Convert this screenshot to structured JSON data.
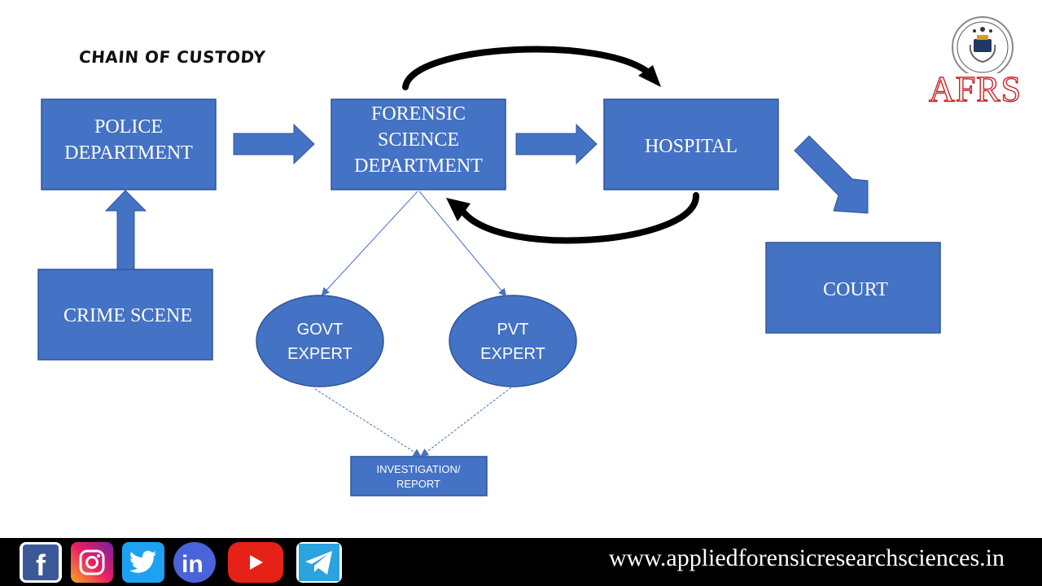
{
  "title": "CHAIN OF CUSTODY",
  "nodes": {
    "police": [
      "POLICE",
      "DEPARTMENT"
    ],
    "forensic": [
      "FORENSIC",
      "SCIENCE",
      "DEPARTMENT"
    ],
    "hospital": [
      "HOSPITAL"
    ],
    "court": [
      "COURT"
    ],
    "crime_scene": [
      "CRIME SCENE"
    ],
    "govt_expert": [
      "GOVT",
      "EXPERT"
    ],
    "pvt_expert": [
      "PVT",
      "EXPERT"
    ],
    "report": [
      "INVESTIGATION/",
      "REPORT"
    ]
  },
  "logo": {
    "text": "AFRS"
  },
  "footer": {
    "url": "www.appliedforensicresearchsciences.in",
    "icons": [
      "facebook-icon",
      "instagram-icon",
      "twitter-icon",
      "linkedin-icon",
      "youtube-icon",
      "telegram-icon"
    ]
  },
  "colors": {
    "box_fill": "#4472c4",
    "box_stroke": "#2f5597",
    "connector": "#4472c4",
    "curved_arrow": "#000000",
    "logo_text": "#c8252b"
  }
}
